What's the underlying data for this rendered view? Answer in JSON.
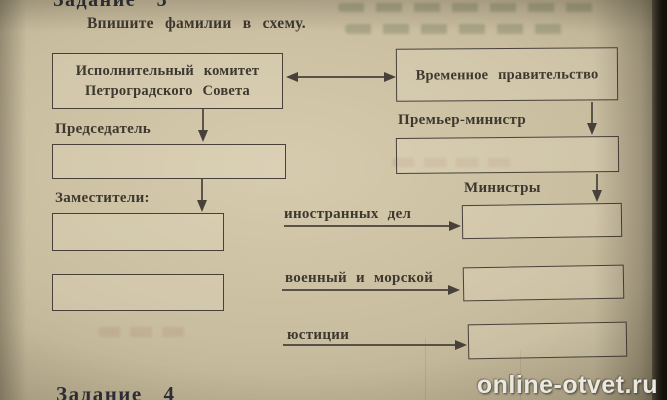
{
  "page": {
    "task_heading_top": "Задание 3",
    "instruction": "Впишите фамилии в схему.",
    "task_heading_bottom": "Задание 4"
  },
  "diagram": {
    "committee_box": {
      "line1": "Исполнительный комитет",
      "line2": "Петроградского Совета"
    },
    "government_box": "Временное правительство",
    "chairman_label": "Председатель",
    "pm_label": "Премьер-министр",
    "deputies_label": "Заместители:",
    "ministers_label": "Министры",
    "ministers": [
      {
        "label": "иностранных дел"
      },
      {
        "label": "военный и морской"
      },
      {
        "label": "юстиции"
      }
    ]
  },
  "watermark": "online-otvet.ru",
  "colors": {
    "paper": "#c9bd9f",
    "paper_light": "#d6cbae",
    "paper_dark": "#9b9176",
    "ink": "#3e382e",
    "heading_ink": "#2c2e36",
    "line": "#47413a",
    "watermark_text": "#eae8e0",
    "edge_black": "#141109"
  }
}
